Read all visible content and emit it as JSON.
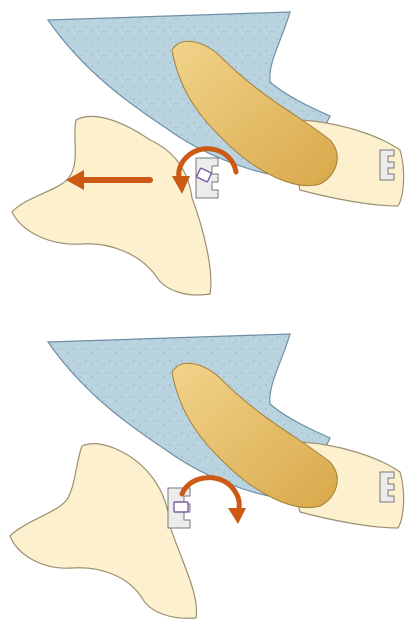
{
  "diagram": {
    "panels": [
      {
        "id": "before",
        "elements": [
          "bone",
          "upper-incisor",
          "lower-incisor",
          "incisor-bracket",
          "molar-bracket",
          "rotation-arrow",
          "horizontal-arrow"
        ]
      },
      {
        "id": "after",
        "elements": [
          "bone",
          "upper-incisor",
          "lower-incisor",
          "incisor-bracket",
          "molar-bracket",
          "rotation-arrow"
        ]
      }
    ],
    "colors": {
      "bone_fill": "#b9d3df",
      "bone_stroke": "#6f8fa6",
      "tooth_fill": "#fdf0cf",
      "tooth_stroke": "#9b9070",
      "root_fill": "#e8c26a",
      "bracket_fill": "#ececec",
      "bracket_stroke": "#777777",
      "slot_stroke": "#7a5aa8",
      "arrow": "#cc5a14"
    },
    "icons": [
      "curved-rotation-arrow-icon",
      "left-arrow-icon",
      "bracket-icon"
    ]
  }
}
